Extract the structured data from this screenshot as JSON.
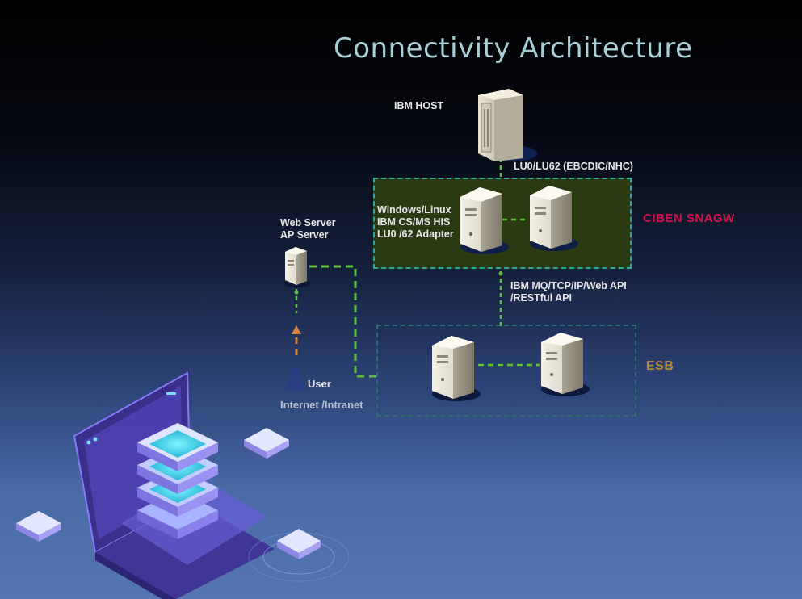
{
  "title": "Connectivity Architecture",
  "nodes": {
    "ibm_host": "IBM HOST",
    "web_server": [
      "Web Server",
      "AP Server"
    ],
    "snagw_desc": [
      "Windows/Linux",
      "IBM CS/MS HIS",
      "LU0 /62 Adapter"
    ],
    "user": "User",
    "network": "Internet /Intranet"
  },
  "links": {
    "host_to_snagw": "LU0/LU62 (EBCDIC/NHC)",
    "snagw_to_esb": [
      "IBM MQ/TCP/IP/Web API",
      "/RESTful API"
    ]
  },
  "groups": {
    "snagw": "CIBEN SNAGW",
    "esb": "ESB"
  },
  "colors": {
    "snagw_label": "#d0114a",
    "esb_label": "#b78a3c",
    "connector": "#5fbf3f",
    "user_arrow": "#d9823a",
    "box_border": "#2ea69a"
  }
}
